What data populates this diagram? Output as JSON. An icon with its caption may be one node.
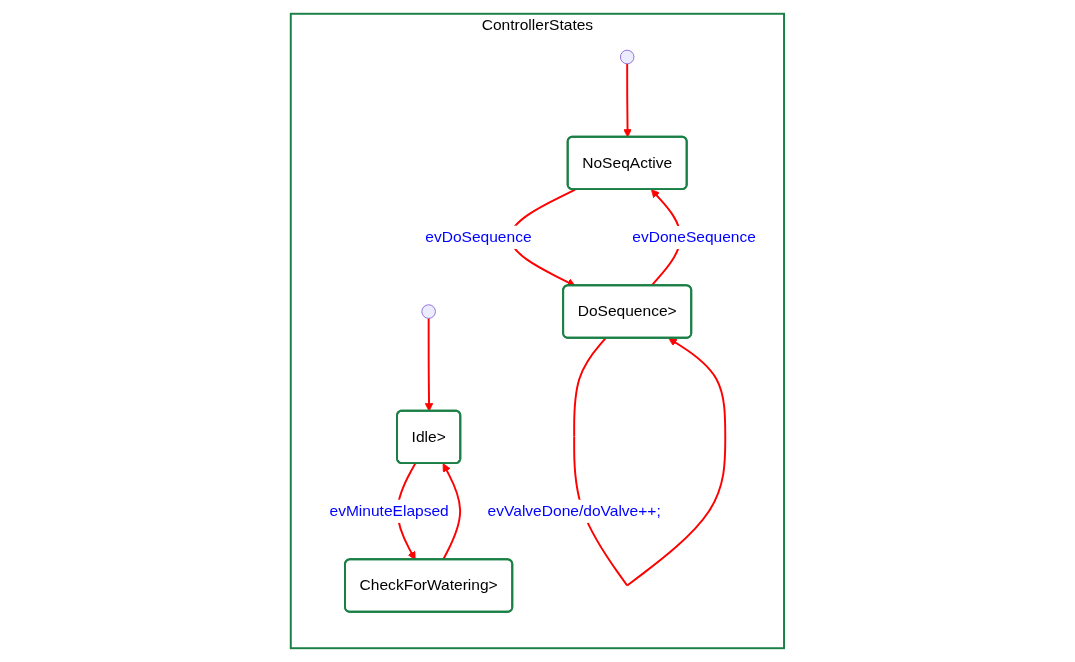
{
  "diagram": {
    "nodes": [
      {
        "text": [
          "ControllerStates"
        ]
      },
      {
        "text": [],
        "shape": "circle",
        "in": 0
      },
      {
        "text": [
          "Idle>"
        ],
        "in": 0
      },
      {
        "text": [
          "CheckForWatering>"
        ],
        "in": 0
      },
      {
        "text": [],
        "shape": "circle",
        "in": 0
      },
      {
        "text": [
          "NoSeqActive"
        ],
        "in": 0
      },
      {
        "text": [
          "DoSequence>"
        ],
        "in": 0
      }
    ],
    "edges": [
      {
        "from": 1,
        "to": 2,
        "arrow": "to"
      },
      {
        "from": 2,
        "to": 3,
        "arrow": "to",
        "label": "evMinuteElapsed"
      },
      {
        "from": 3,
        "to": 2,
        "arrow": "to"
      },
      {
        "from": 4,
        "to": 5,
        "arrow": "to"
      },
      {
        "from": 5,
        "to": 6,
        "arrow": "to",
        "label": "evDoSequence"
      },
      {
        "from": 6,
        "to": 5,
        "arrow": "to",
        "label": "evDoneSequence"
      },
      {
        "from": 6,
        "to": 6,
        "arrow": "to",
        "label": "evValveDone/doValve++;"
      }
    ]
  }
}
